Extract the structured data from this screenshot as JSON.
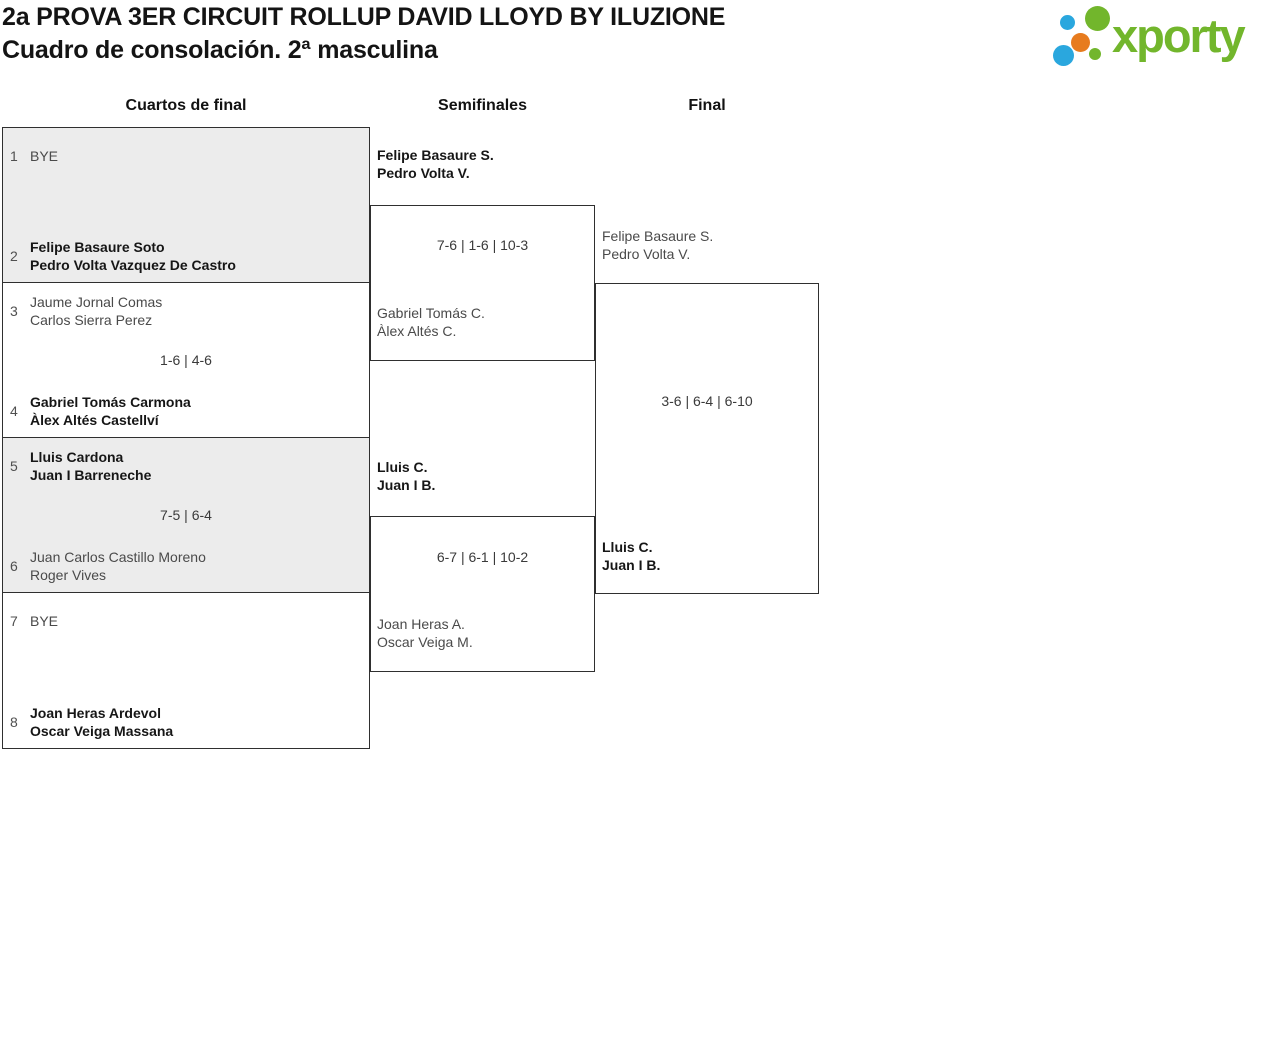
{
  "header": {
    "title": "2a PROVA 3ER CIRCUIT ROLLUP DAVID LLOYD BY ILUZIONE",
    "subtitle": "Cuadro de consolación. 2ª masculina"
  },
  "logo": {
    "text": "xporty",
    "brand_colors": {
      "green": "#72b62c",
      "blue": "#2aa7de",
      "orange": "#e77b1e"
    }
  },
  "round_labels": {
    "quarterfinals": "Cuartos de final",
    "semifinals": "Semifinales",
    "final": "Final"
  },
  "bracket": {
    "qf": [
      {
        "score": "",
        "top": {
          "seed": "1",
          "line1": "BYE",
          "line2": "",
          "winner": false
        },
        "bottom": {
          "seed": "2",
          "line1": "Felipe Basaure Soto",
          "line2": "Pedro Volta Vazquez De Castro",
          "winner": true
        }
      },
      {
        "score": "1-6 | 4-6",
        "top": {
          "seed": "3",
          "line1": "Jaume Jornal Comas",
          "line2": "Carlos Sierra Perez",
          "winner": false
        },
        "bottom": {
          "seed": "4",
          "line1": "Gabriel Tomás Carmona",
          "line2": "Àlex Altés Castellví",
          "winner": true
        }
      },
      {
        "score": "7-5 | 6-4",
        "top": {
          "seed": "5",
          "line1": "Lluis Cardona",
          "line2": "Juan I Barreneche",
          "winner": true
        },
        "bottom": {
          "seed": "6",
          "line1": "Juan Carlos Castillo Moreno",
          "line2": "Roger Vives",
          "winner": false
        }
      },
      {
        "score": "",
        "top": {
          "seed": "7",
          "line1": "BYE",
          "line2": "",
          "winner": false
        },
        "bottom": {
          "seed": "8",
          "line1": "Joan Heras Ardevol",
          "line2": "Oscar Veiga Massana",
          "winner": true
        }
      }
    ],
    "sf": [
      {
        "score": "7-6 | 1-6 | 10-3",
        "top": {
          "line1": "Felipe Basaure S.",
          "line2": "Pedro Volta V.",
          "winner": true
        },
        "bottom": {
          "line1": "Gabriel Tomás C.",
          "line2": "Àlex Altés C.",
          "winner": false
        }
      },
      {
        "score": "6-7 | 6-1 | 10-2",
        "top": {
          "line1": "Lluis C.",
          "line2": "Juan I B.",
          "winner": true
        },
        "bottom": {
          "line1": "Joan Heras A.",
          "line2": "Oscar Veiga M.",
          "winner": false
        }
      }
    ],
    "final": {
      "score": "3-6 | 6-4 | 6-10",
      "top": {
        "line1": "Felipe Basaure S.",
        "line2": "Pedro Volta V.",
        "winner": false
      },
      "bottom": {
        "line1": "Lluis C.",
        "line2": "Juan I B.",
        "winner": true
      }
    }
  }
}
